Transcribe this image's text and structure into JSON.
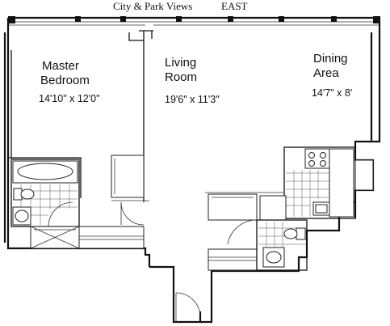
{
  "header": {
    "views_label": "City & Park Views",
    "orientation": "EAST"
  },
  "rooms": {
    "master_bedroom": {
      "name_line1": "Master",
      "name_line2": "Bedroom",
      "dimensions": "14'10\" x 12'0\""
    },
    "living_room": {
      "name_line1": "Living",
      "name_line2": "Room",
      "dimensions": "19'6\" x 11'3\""
    },
    "dining_area": {
      "name_line1": "Dining",
      "name_line2": "Area",
      "dimensions": "14'7\" x 8'"
    }
  }
}
